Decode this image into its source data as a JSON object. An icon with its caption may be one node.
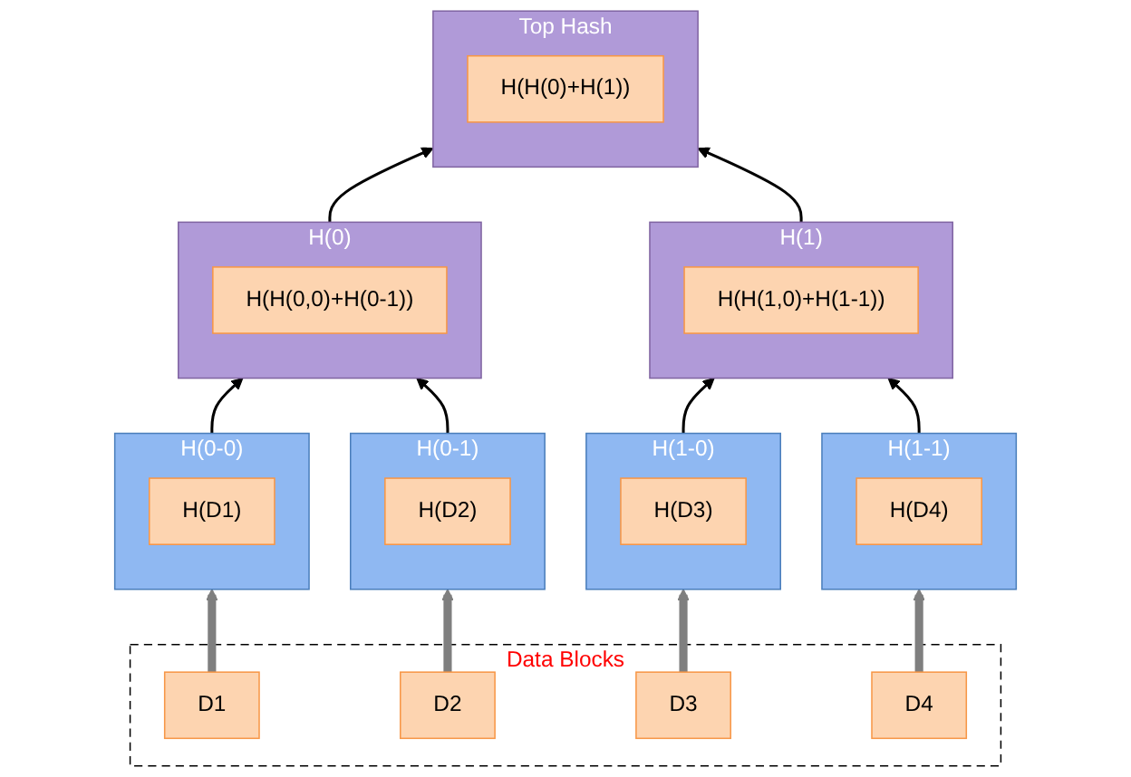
{
  "diagram": {
    "nodes": [
      {
        "text": [
          "Top Hash"
        ]
      },
      {
        "text": [
          "H(H(0)+H(1))"
        ],
        "in": 0
      },
      {
        "text": [
          "H(0)"
        ]
      },
      {
        "text": [
          "H(H(0,0)+H(0-1))"
        ],
        "in": 2
      },
      {
        "text": [
          "H(1)"
        ]
      },
      {
        "text": [
          "H(H(1,0)+H(1-1))"
        ],
        "in": 4
      },
      {
        "text": [
          "H(0-0)"
        ]
      },
      {
        "text": [
          "H(D1)"
        ],
        "in": 6
      },
      {
        "text": [
          "H(0-1)"
        ]
      },
      {
        "text": [
          "H(D2)"
        ],
        "in": 8
      },
      {
        "text": [
          "H(1-0)"
        ]
      },
      {
        "text": [
          "H(D3)"
        ],
        "in": 10
      },
      {
        "text": [
          "H(1-1)"
        ]
      },
      {
        "text": [
          "H(D4)"
        ],
        "in": 12
      },
      {
        "text": [
          "Data Blocks"
        ]
      },
      {
        "text": [
          "D1"
        ],
        "in": 14
      },
      {
        "text": [
          "D2"
        ],
        "in": 14
      },
      {
        "text": [
          "D3"
        ],
        "in": 14
      },
      {
        "text": [
          "D4"
        ],
        "in": 14
      }
    ],
    "edges": [
      {
        "from": 2,
        "to": 0,
        "arrow": "to"
      },
      {
        "from": 4,
        "to": 0,
        "arrow": "to"
      },
      {
        "from": 6,
        "to": 2,
        "arrow": "to"
      },
      {
        "from": 8,
        "to": 2,
        "arrow": "to"
      },
      {
        "from": 10,
        "to": 4,
        "arrow": "to"
      },
      {
        "from": 12,
        "to": 4,
        "arrow": "to"
      },
      {
        "from": 15,
        "to": 6,
        "arrow": "to",
        "style": "thick",
        "color": "#7f7f7f"
      },
      {
        "from": 16,
        "to": 8,
        "arrow": "to",
        "style": "thick",
        "color": "#7f7f7f"
      },
      {
        "from": 17,
        "to": 10,
        "arrow": "to",
        "style": "thick",
        "color": "#7f7f7f"
      },
      {
        "from": 18,
        "to": 12,
        "arrow": "to",
        "style": "thick",
        "color": "#7f7f7f"
      }
    ]
  }
}
